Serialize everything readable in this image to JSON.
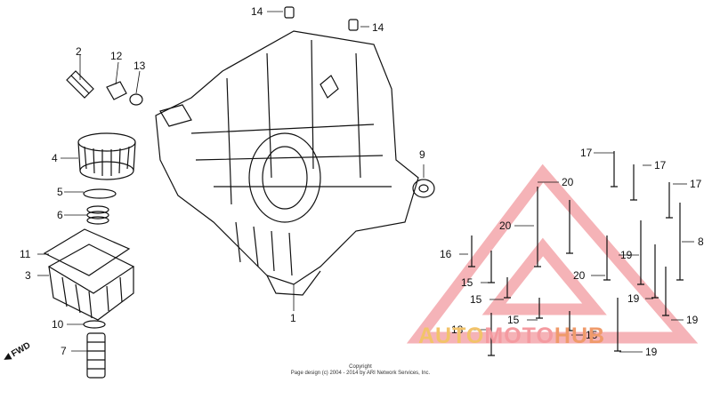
{
  "diagram": {
    "callouts": [
      {
        "id": "c14a",
        "text": "14"
      },
      {
        "id": "c14b",
        "text": "14"
      },
      {
        "id": "c2",
        "text": "2"
      },
      {
        "id": "c12",
        "text": "12"
      },
      {
        "id": "c13",
        "text": "13"
      },
      {
        "id": "c4",
        "text": "4"
      },
      {
        "id": "c5",
        "text": "5"
      },
      {
        "id": "c6",
        "text": "6"
      },
      {
        "id": "c11",
        "text": "11"
      },
      {
        "id": "c3",
        "text": "3"
      },
      {
        "id": "c10",
        "text": "10"
      },
      {
        "id": "c7",
        "text": "7"
      },
      {
        "id": "c1",
        "text": "1"
      },
      {
        "id": "c9",
        "text": "9"
      },
      {
        "id": "c17a",
        "text": "17"
      },
      {
        "id": "c17b",
        "text": "17"
      },
      {
        "id": "c17c",
        "text": "17"
      },
      {
        "id": "c20a",
        "text": "20"
      },
      {
        "id": "c20b",
        "text": "20"
      },
      {
        "id": "c20c",
        "text": "20"
      },
      {
        "id": "c8",
        "text": "8"
      },
      {
        "id": "c16",
        "text": "16"
      },
      {
        "id": "c19a",
        "text": "19"
      },
      {
        "id": "c19b",
        "text": "19"
      },
      {
        "id": "c19c",
        "text": "19"
      },
      {
        "id": "c19d",
        "text": "19"
      },
      {
        "id": "c15a",
        "text": "15"
      },
      {
        "id": "c15b",
        "text": "15"
      },
      {
        "id": "c15c",
        "text": "15"
      },
      {
        "id": "c15d",
        "text": "15"
      },
      {
        "id": "c18",
        "text": "18"
      }
    ],
    "direction_marker": "FWD",
    "copyright_line1": "Copyright",
    "copyright_line2": "Page design (c) 2004 - 2014 by ARI Network Services, Inc.",
    "watermark": {
      "part1": "AUTO",
      "part2": "MOTO",
      "part3": "HUB"
    }
  }
}
